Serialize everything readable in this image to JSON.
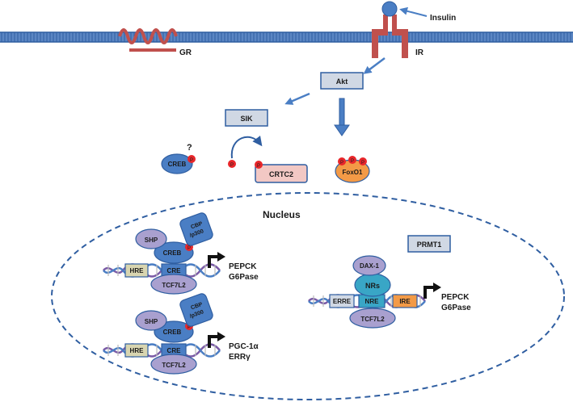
{
  "membrane": {
    "receptors": {
      "gr": "GR",
      "ir": "IR"
    },
    "ligand": "Insulin"
  },
  "cytoplasm": {
    "akt": "Akt",
    "sik": "SIK",
    "creb": "CREB",
    "creb_question": "?",
    "crtc2": "CRTC2",
    "foxo1": "FoxO1",
    "phospho": "P"
  },
  "nucleus": {
    "title": "Nucleus",
    "prmt1": "PRMT1",
    "complex1": {
      "shp": "SHP",
      "creb": "CREB",
      "cbp_top": "CBP",
      "cbp_bottom": "/p300",
      "hre": "HRE",
      "cre": "CRE",
      "tcf": "TCF7L2",
      "targets": [
        "PEPCK",
        "G6Pase"
      ]
    },
    "complex2": {
      "shp": "SHP",
      "creb": "CREB",
      "cbp_top": "CBP",
      "cbp_bottom": "/p300",
      "hre": "HRE",
      "cre": "CRE",
      "tcf": "TCF7L2",
      "targets": [
        "PGC-1α",
        "ERRγ"
      ]
    },
    "complex3": {
      "dax": "DAX-1",
      "nrs": "NRs",
      "erre": "ERRE",
      "nre": "NRE",
      "ire": "IRE",
      "tcf": "TCF7L2",
      "targets": [
        "PEPCK",
        "G6Pase"
      ]
    }
  },
  "colors": {
    "membrane": "#3f6fb0",
    "arrow": "#4a7ec4",
    "receptor": "#c0504d",
    "box_fill": "#d0d8e4",
    "creb": "#4a7ec4",
    "crtc2": "#f2c8c4",
    "foxo1": "#f39a46",
    "shp": "#a9a0cf",
    "phospho": "#e8262a",
    "nrs": "#39a6c6",
    "ire": "#f39a46",
    "hre": "#d8d5b0",
    "dna_purple": "#8064a2"
  }
}
